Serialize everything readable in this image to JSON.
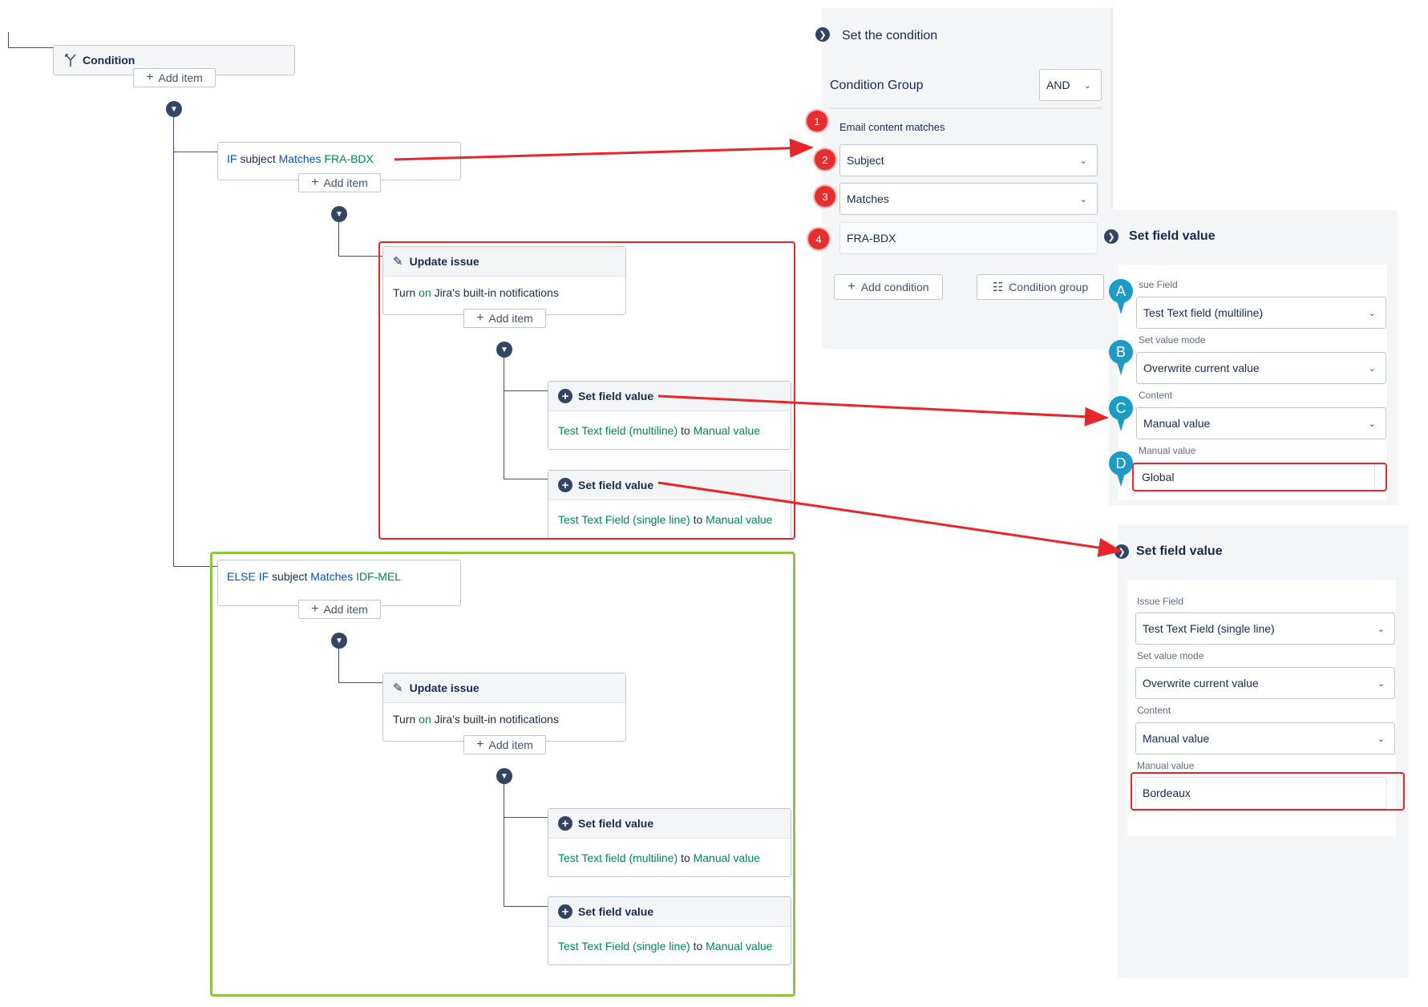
{
  "flow": {
    "add_item": "Add item",
    "condition": {
      "label": "Condition"
    },
    "if_block": {
      "keyword": "IF",
      "subject": "subject",
      "operator": "Matches",
      "value": "FRA-BDX"
    },
    "else_block": {
      "keyword": "ELSE IF",
      "subject": "subject",
      "operator": "Matches",
      "value": "IDF-MEL"
    },
    "update_issue": {
      "title": "Update issue",
      "body_prefix": "Turn",
      "body_on": "on",
      "body_suffix": "Jira's built-in notifications"
    },
    "set_field_multiline": {
      "title": "Set field value",
      "field": "Test Text field (multiline)",
      "to": "to",
      "value": "Manual value"
    },
    "set_field_single": {
      "title": "Set field value",
      "field": "Test Text Field (single line)",
      "to": "to",
      "value": "Manual value"
    }
  },
  "condition_panel": {
    "title": "Set the condition",
    "group_label": "Condition Group",
    "group_operator": "AND",
    "email_label": "Email content matches",
    "field_select": "Subject",
    "operator_select": "Matches",
    "value_input": "FRA-BDX",
    "add_condition": "Add condition",
    "condition_group": "Condition group",
    "step_numbers": [
      "1",
      "2",
      "3",
      "4"
    ]
  },
  "set_field_panel_1": {
    "title": "Set field value",
    "issue_field_label": "sue Field",
    "issue_field": "Test Text field (multiline)",
    "mode_label": "Set value mode",
    "mode": "Overwrite current value",
    "content_label": "Content",
    "content": "Manual value",
    "manual_label": "Manual value",
    "manual_value": "Global",
    "pins": [
      "A",
      "B",
      "C",
      "D"
    ]
  },
  "set_field_panel_2": {
    "title": "Set field value",
    "issue_field_label": "Issue Field",
    "issue_field": "Test Text Field (single line)",
    "mode_label": "Set value mode",
    "mode": "Overwrite current value",
    "content_label": "Content",
    "content": "Manual value",
    "manual_label": "Manual value",
    "manual_value": "Bordeaux"
  },
  "colors": {
    "annotation_red": "#e8252b",
    "annotation_green": "#8cc63f",
    "pin_blue": "#1b9bc6",
    "keyword_blue": "#0052cc",
    "value_green": "#00875a"
  }
}
